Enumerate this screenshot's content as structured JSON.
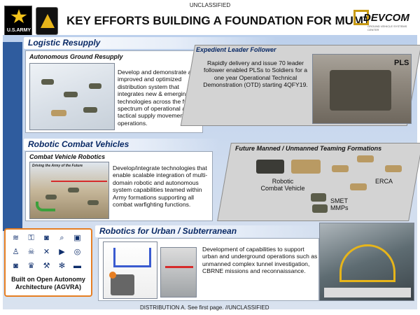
{
  "classification_top": "UNCLASSIFIED",
  "title": "KEY EFFORTS BUILDING A FOUNDATION FOR MUMT",
  "logos": {
    "army_text": "U.S.ARMY",
    "devcom_word": "DEVCOM",
    "devcom_sub": "GROUND VEHICLE SYSTEMS CENTER"
  },
  "sections": {
    "logistic": {
      "banner": "Logistic Resupply",
      "agr": {
        "heading": "Autonomous Ground Resupply",
        "text": "Develop and demonstrate an improved and optimized distribution system that integrates new & emerging technologies across the full spectrum of operational and tactical supply movement operations."
      },
      "elf": {
        "heading": "Expedient Leader Follower",
        "text": "Rapidly delivery and issue 70 leader follower enabled PLSs to Soldiers for a one year Operational Technical Demonstration (OTD) starting 4QFY19.",
        "image_label": "PLS"
      }
    },
    "rcv": {
      "banner": "Robotic Combat Vehicles",
      "cvr": {
        "heading": "Combat Vehicle Robotics",
        "image_caption": "Driving the Army of the Future",
        "text": "Develop/integrate technologies that enable scalable integration of multi-domain robotic and autonomous system capabilities teamed within Army formations supporting all combat warfighting functions."
      },
      "fmut": {
        "heading": "Future Manned / Unmanned Teaming Formations",
        "labels": [
          "Robotic Combat Vehicle",
          "ERCA",
          "SMET MMPs"
        ]
      }
    },
    "urban": {
      "banner": "Robotics for Urban / Subterranean",
      "text": "Development of capabilities to support urban and underground operations such as unmanned complex tunnel investigation, CBRNE missions and reconnaissance."
    }
  },
  "agvra": {
    "text": "Built on Open Autonomy Architecture (AGVRA)",
    "icons": [
      "wifi-icon",
      "lock-icon",
      "camera-icon",
      "search-icon",
      "id-card-icon",
      "person-icon",
      "skull-icon",
      "tools-icon",
      "video-camera-icon",
      "target-icon",
      "camera-icon",
      "trophy-icon",
      "wrench-icon",
      "gear-icon",
      "truck-icon"
    ]
  },
  "classification_bottom": "DISTRIBUTION A.  See first page. //UNCLASSIFIED"
}
